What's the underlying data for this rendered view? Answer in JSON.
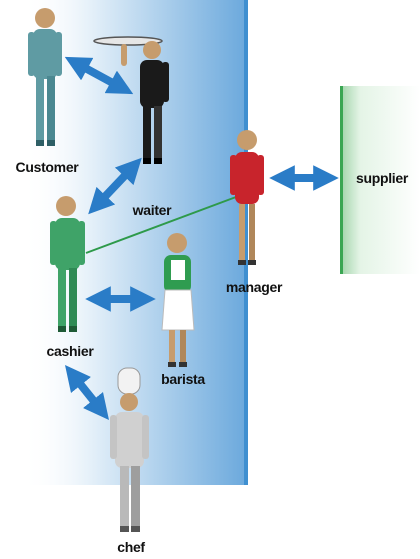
{
  "labels": {
    "customer": "Customer",
    "waiter": "waiter",
    "cashier": "cashier",
    "barista": "barista",
    "chef": "chef",
    "manager": "manager",
    "supplier": "supplier"
  },
  "colors": {
    "accent_arrow": "#2a7cc7",
    "connector_line": "#2e9a4a",
    "org_panel_edge": "#3f8fd0",
    "supplier_panel_edge": "#3aa653",
    "customer_figure": "#5f9ba3",
    "waiter_figure": "#1a1a1a",
    "cashier_figure": "#3fa368",
    "barista_figure": "#2f9c50",
    "chef_figure": "#b9b9b9",
    "manager_figure": "#c8242c"
  }
}
